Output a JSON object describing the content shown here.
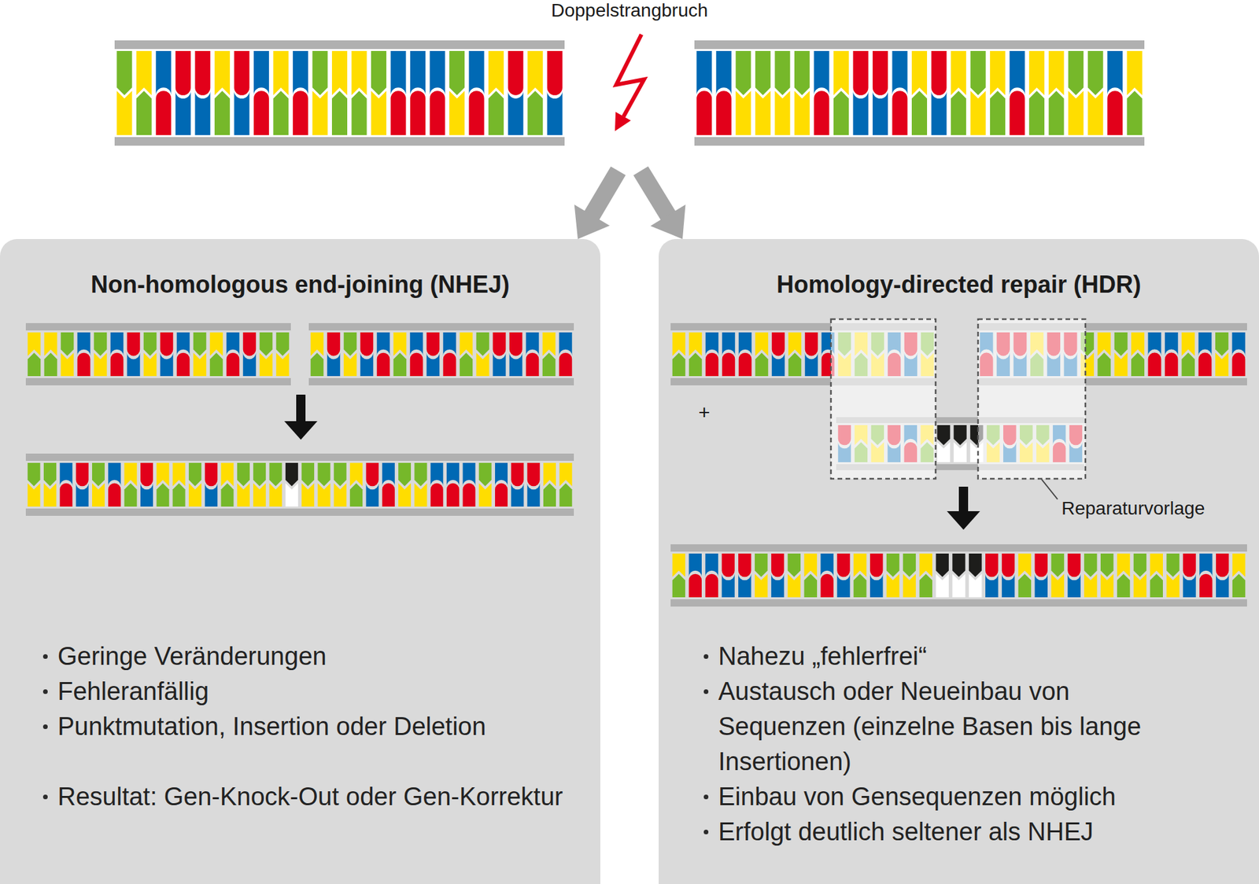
{
  "diagram": {
    "nodes": [
      {
        "text": [
          "Doppelstrangbruch"
        ]
      },
      {
        "text": [
          "Non-homologous end-joining (NHEJ)",
          "Geringe Veränderungen",
          "Fehleranfällig",
          "Punktmutation, Insertion oder Deletion",
          "Resultat: Gen-Knock-Out oder Gen-Korrektur"
        ]
      },
      {
        "text": [
          "Homology-directed repair (HDR)",
          "Nahezu „fehlerfrei“",
          "Austausch oder Neueinbau von Sequenzen (einzelne Basen bis lange Insertionen)",
          "Einbau von Gensequenzen möglich",
          "Erfolgt deutlich seltener als NHEJ"
        ]
      }
    ],
    "edges": [
      {
        "from": 0,
        "to": 1,
        "arrow": "to"
      },
      {
        "from": 0,
        "to": 2,
        "arrow": "to"
      }
    ],
    "labels": [
      "+",
      "Reparaturvorlage"
    ]
  }
}
